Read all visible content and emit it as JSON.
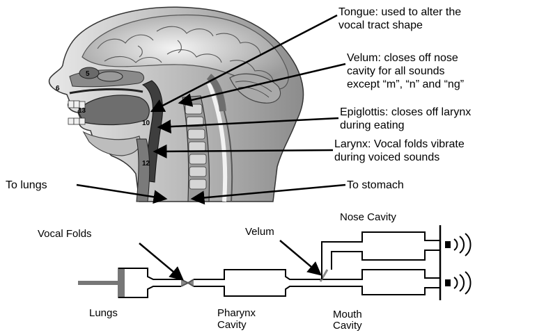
{
  "anatomy_labels": {
    "tongue": [
      "Tongue: used to alter the",
      "vocal tract shape"
    ],
    "velum": [
      "Velum: closes off nose",
      "cavity for all sounds",
      "except “m”, “n” and “ng”"
    ],
    "epiglottis": [
      "Epiglottis: closes off larynx",
      "during eating"
    ],
    "larynx": [
      "Larynx: Vocal folds vibrate",
      "during voiced sounds"
    ],
    "to_lungs": "To lungs",
    "to_stomach": "To stomach"
  },
  "model_labels": {
    "vocal_folds": "Vocal Folds",
    "velum": "Velum",
    "nose_cavity": "Nose Cavity",
    "lungs": "Lungs",
    "pharynx": [
      "Pharynx",
      "Cavity"
    ],
    "mouth": [
      "Mouth",
      "Cavity"
    ]
  },
  "head_numbers": [
    "5",
    "6",
    "13",
    "10",
    "12"
  ]
}
